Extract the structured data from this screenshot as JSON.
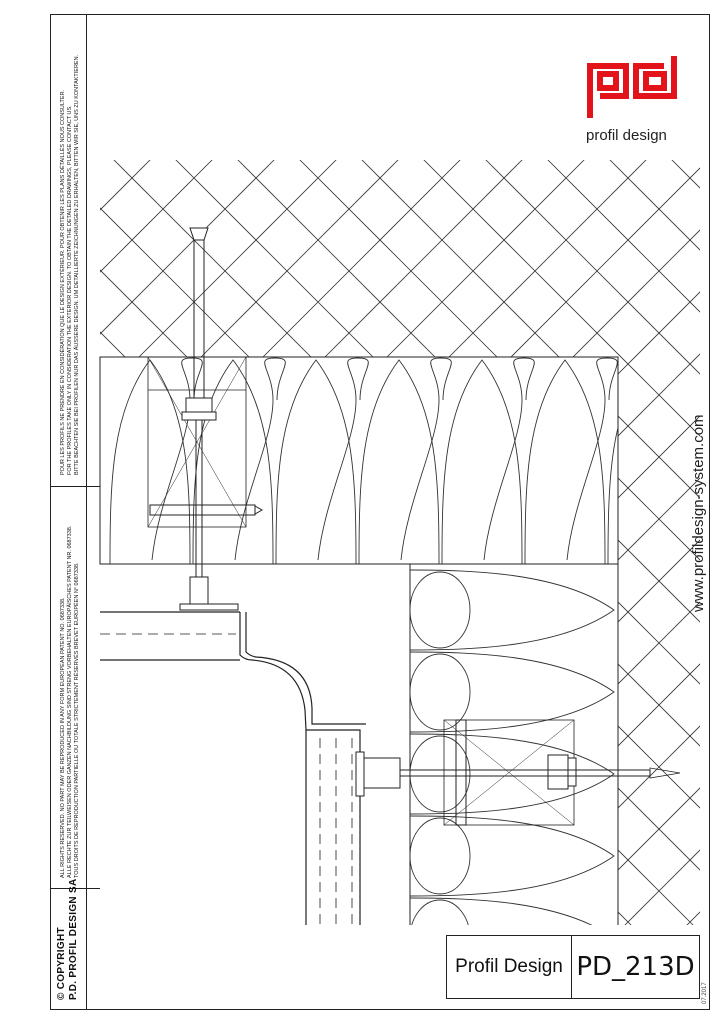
{
  "copyright": {
    "line1": "© COPYRIGHT",
    "line2": "P.D. PROFIL DESIGN SA"
  },
  "rights": {
    "en": "All rights reserved. No part may be reproduced in any form European Patent No. 0687338.",
    "de": "Alle Rechte zur teilweisen oder ganzen Nachbildung sind streng vorbehalten Europäisches Patent Nr. 0687338.",
    "fr": "Tous droits de reproduction partielle ou totale strictement réservés Brevet Européen n° 0687338."
  },
  "notice": {
    "fr": "Pour les profils ne prendre en considération que le design extérieur. Pour obtenir les plans détaillés nous consulter.",
    "en": "For the profiles take only in consideration the exterior design. To obtain the detailed drawings, please contact us.",
    "de": "Bitte beachten Sie bei Profilen nur das äussere Design. Um detaillierte Zeichnungen zu erhalten, bitten wir Sie, uns zu kontaktieren."
  },
  "brand": {
    "name": "profil design",
    "logo_color": "#e3131b",
    "website": "www.profildesign-system.com"
  },
  "title_block": {
    "company": "Profil Design",
    "drawing_code": "PD_213D",
    "date": "07.2017"
  }
}
